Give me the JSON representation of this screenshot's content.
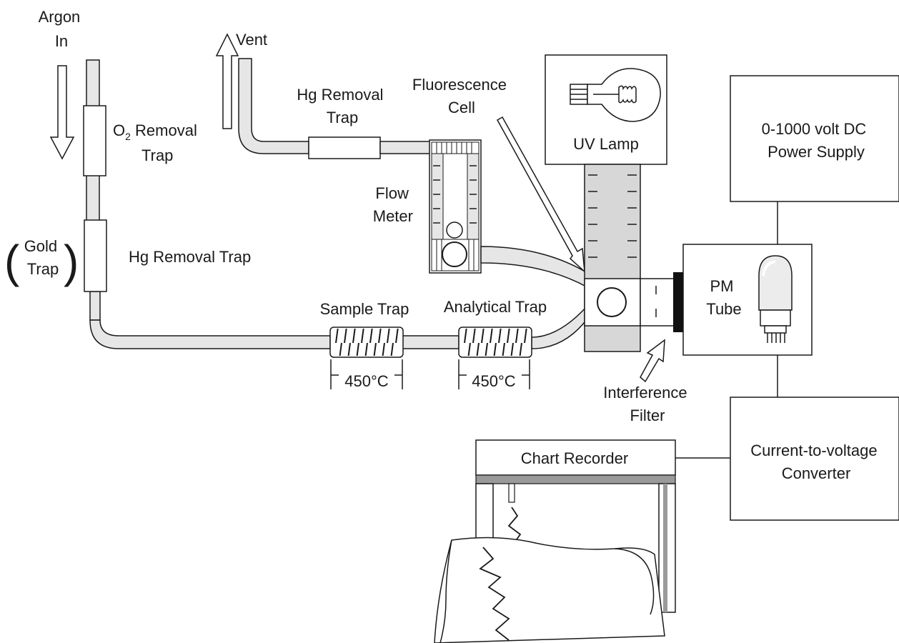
{
  "labels": {
    "argon_in": [
      "Argon",
      "In"
    ],
    "vent": "Vent",
    "o2_removal_trap": {
      "prefix": "O",
      "subscript": "2",
      "suffix": " Removal",
      "line2": "Trap"
    },
    "hg_removal_trap_top": [
      "Hg Removal",
      "Trap"
    ],
    "fluorescence_cell": [
      "Fluorescence",
      "Cell"
    ],
    "uv_lamp": "UV Lamp",
    "power_supply": [
      "0-1000 volt DC",
      "Power Supply"
    ],
    "flow_meter": [
      "Flow",
      "Meter"
    ],
    "gold_trap": [
      "Gold",
      "Trap"
    ],
    "paren_open": "(",
    "paren_close": ")",
    "hg_removal_trap_left": "Hg Removal Trap",
    "pm_tube": [
      "PM",
      "Tube"
    ],
    "sample_trap": "Sample Trap",
    "analytical_trap": "Analytical Trap",
    "sample_temp": "450°C",
    "analytical_temp": "450°C",
    "interference_filter": [
      "Interference",
      "Filter"
    ],
    "chart_recorder": "Chart Recorder",
    "converter": [
      "Current-to-voltage",
      "Converter"
    ]
  },
  "colors": {
    "line": "#1a1a1a",
    "tube_fill": "#e6e6e6",
    "tube_highlight": "#ffffff",
    "lamp_column": "#d7d7d7",
    "recorder_bar": "#9a9a9a",
    "filter": "#111111"
  }
}
